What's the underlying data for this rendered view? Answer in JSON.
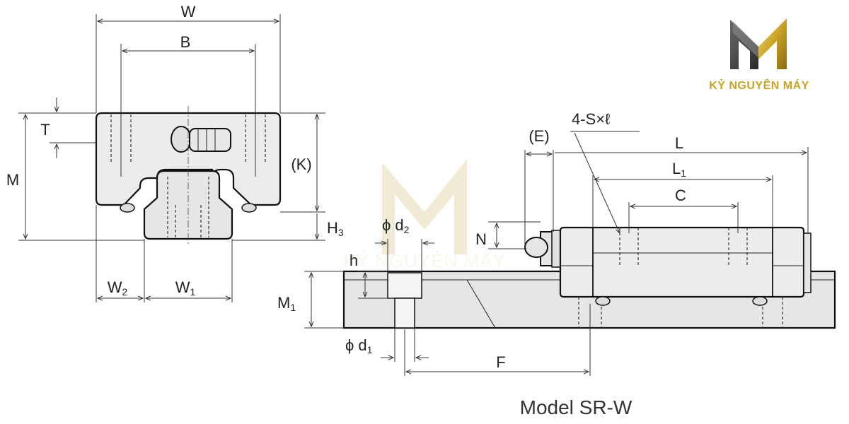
{
  "brand": {
    "name": "KỶ NGUYÊN MÁY",
    "gold": "#c9a227",
    "dark": "#3a3a3a"
  },
  "watermark": {
    "text": "KỶ NGUYÊN MÁY"
  },
  "front_view": {
    "labels": {
      "W": "W",
      "B": "B",
      "T": "T",
      "M": "M",
      "K": "(K)",
      "H3_main": "H",
      "H3_sub": "3",
      "W2_main": "W",
      "W2_sub": "2",
      "W1_main": "W",
      "W1_sub": "1"
    }
  },
  "side_view": {
    "labels": {
      "E": "(E)",
      "S_l": "4-S×ℓ",
      "L": "L",
      "L1_main": "L",
      "L1_sub": "1",
      "C": "C",
      "N": "N",
      "h": "h",
      "d2": "ϕ d",
      "d2_sub": "2",
      "M1_main": "M",
      "M1_sub": "1",
      "d1": "ϕ d",
      "d1_sub": "1",
      "F": "F"
    }
  },
  "caption": "Model SR-W"
}
